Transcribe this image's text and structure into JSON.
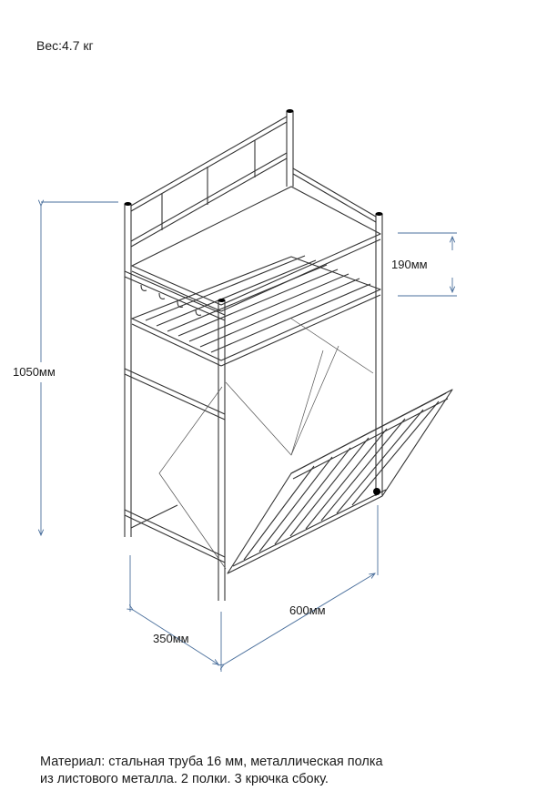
{
  "weight_label": "Вес:4.7 кг",
  "dimensions": {
    "height": "1050мм",
    "shelf_gap": "190мм",
    "width": "600мм",
    "depth": "350мм"
  },
  "description": {
    "line1": "Материал: стальная труба 16 мм, металлическая полка",
    "line2": "из листового металла. 2 полки. 3 крючка сбоку."
  },
  "colors": {
    "dimension_lines": "#4a6f9c",
    "frame": "#333333"
  }
}
